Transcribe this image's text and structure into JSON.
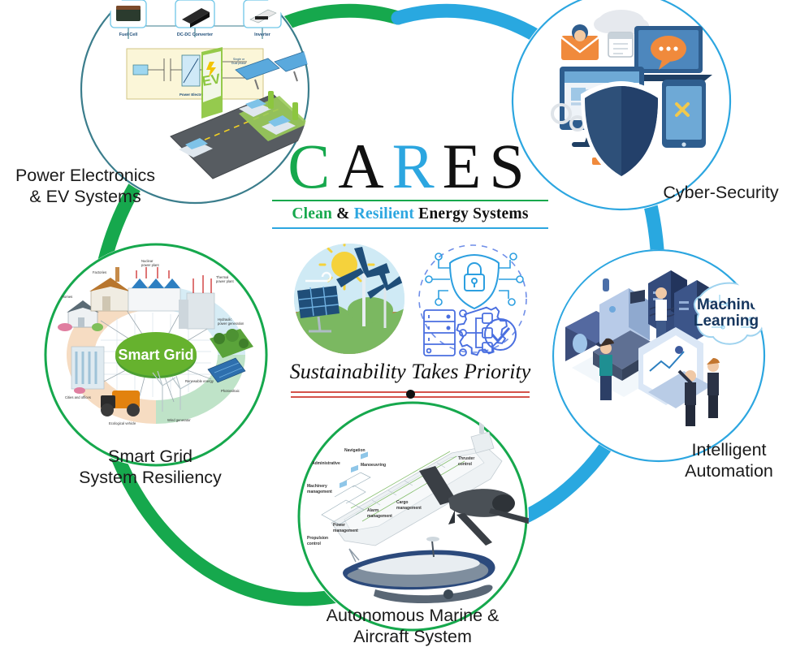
{
  "brand": {
    "letters": [
      {
        "ch": "C",
        "color": "#16a84d"
      },
      {
        "ch": "A",
        "color": "#111111"
      },
      {
        "ch": "R",
        "color": "#2ca6e0"
      },
      {
        "ch": "E",
        "color": "#111111"
      },
      {
        "ch": "S",
        "color": "#111111"
      }
    ],
    "subtitle_parts": [
      {
        "text": "Clean ",
        "color": "#16a84d"
      },
      {
        "text": "& ",
        "color": "#111111"
      },
      {
        "text": "Resilient ",
        "color": "#2ca6e0"
      },
      {
        "text": "Energy Systems",
        "color": "#111111"
      }
    ],
    "subtitle_full": "Clean & Resilient Energy Systems",
    "tagline": "Sustainability Takes Priority"
  },
  "colors": {
    "green": "#16a84d",
    "blue": "#2ca6e0",
    "teal": "#3b7d8c",
    "navy": "#1f3864",
    "red_rule": "#d4524a",
    "text": "#1a1a1a"
  },
  "ring": {
    "green_arc_label": "green-ring-arc",
    "blue_arc_label": "blue-ring-arc"
  },
  "nodes": [
    {
      "id": "power-electronics-ev",
      "label": "Power Electronics\n& EV Systems",
      "outline_color": "#3b7d8c",
      "art": {
        "name": "ev-charging-station-illustration",
        "captions": [
          "Fuel Cell",
          "DC-DC Converter",
          "Inverter",
          "EV",
          "Power Electronics",
          "Single or Dual phase"
        ]
      }
    },
    {
      "id": "cyber-security",
      "label": "Cyber-Security",
      "outline_color": "#2ca6e0",
      "art": {
        "name": "cyber-security-shield-illustration",
        "captions": []
      }
    },
    {
      "id": "smart-grid-resiliency",
      "label": "Smart Grid\nSystem Resiliency",
      "outline_color": "#16a84d",
      "art": {
        "name": "smart-grid-wheel-illustration",
        "hub_label": "Smart Grid",
        "captions": [
          "Homes",
          "Factories",
          "Nuclear power plant",
          "Thermal power plant",
          "Hydraulic power generation",
          "Photovoltaic",
          "Renewable energy",
          "Wind generator",
          "Ecological vehicle",
          "Cities and offices"
        ]
      }
    },
    {
      "id": "intelligent-automation",
      "label": "Intelligent\nAutomation",
      "outline_color": "#2ca6e0",
      "art": {
        "name": "industrial-automation-machine-learning-illustration",
        "captions": [
          "Machine",
          "Learning"
        ]
      }
    },
    {
      "id": "autonomous-marine-aircraft",
      "label": "Autonomous Marine &\nAircraft System",
      "outline_color": "#16a84d",
      "art": {
        "name": "autonomous-ship-drone-illustration",
        "captions": [
          "Navigation",
          "Administrative",
          "Manoeuvring",
          "Machinery management",
          "Alarm management",
          "Cargo management",
          "Power management",
          "Propulsion control",
          "Thruster control"
        ]
      }
    }
  ],
  "center_icons": [
    {
      "id": "renewable-energy-icon",
      "name": "solar-wind-renewable-scene"
    },
    {
      "id": "digital-automation-icon",
      "name": "shield-lock-server-gear-network"
    }
  ]
}
